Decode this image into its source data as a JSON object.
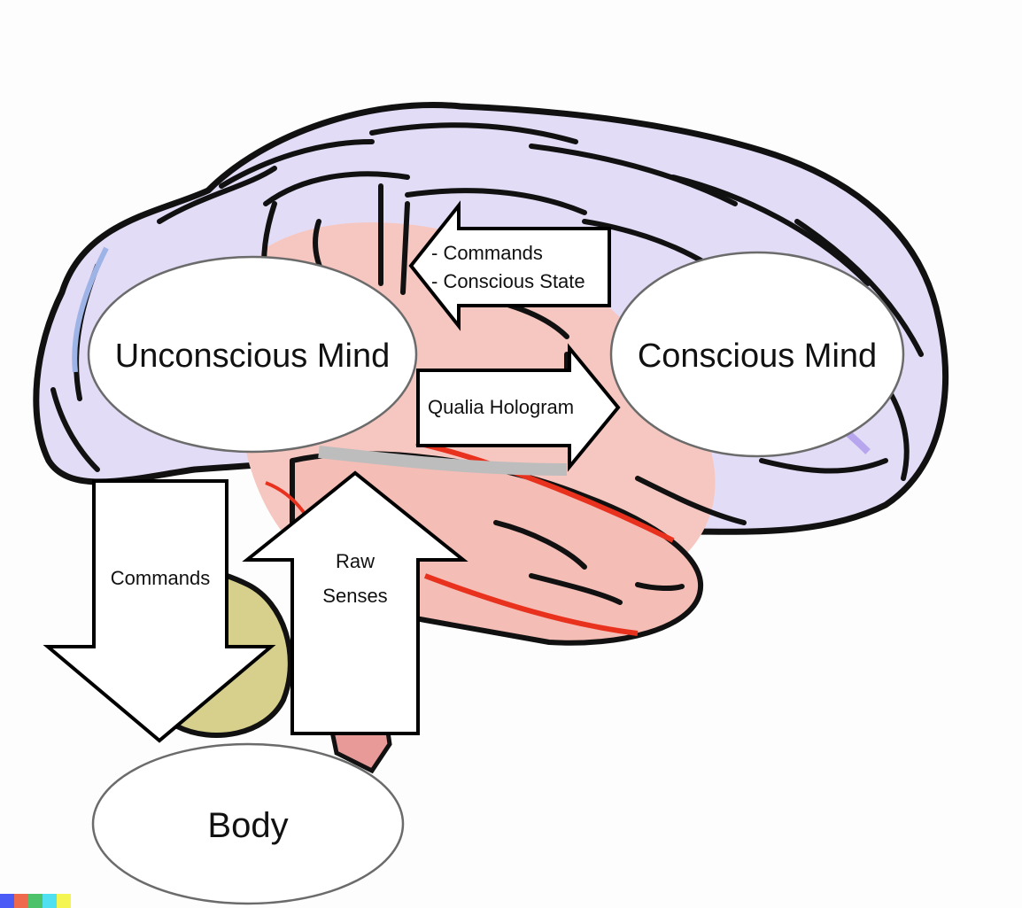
{
  "diagram": {
    "nodes": {
      "unconscious": {
        "label": "Unconscious Mind"
      },
      "conscious": {
        "label": "Conscious Mind"
      },
      "body": {
        "label": "Body"
      }
    },
    "edges": {
      "conscious_to_unconscious": {
        "line1": "- Commands",
        "line2": "- Conscious State"
      },
      "unconscious_to_conscious": {
        "label": "Qualia Hologram"
      },
      "unconscious_to_body": {
        "label": "Commands"
      },
      "body_to_unconscious": {
        "line1": "Raw",
        "line2": "Senses"
      }
    },
    "colors": {
      "brain_outer": "#e3dcf6",
      "brain_inner": "#f6c7c0",
      "outline": "#111111",
      "accent_red": "#e8321e",
      "cerebellum": "#d6d08c",
      "brainstem": "#e79a98"
    },
    "watermark_colors": [
      "#4a5cf5",
      "#ef6a4c",
      "#4cc36a",
      "#4fe0f2",
      "#f5f552"
    ]
  }
}
